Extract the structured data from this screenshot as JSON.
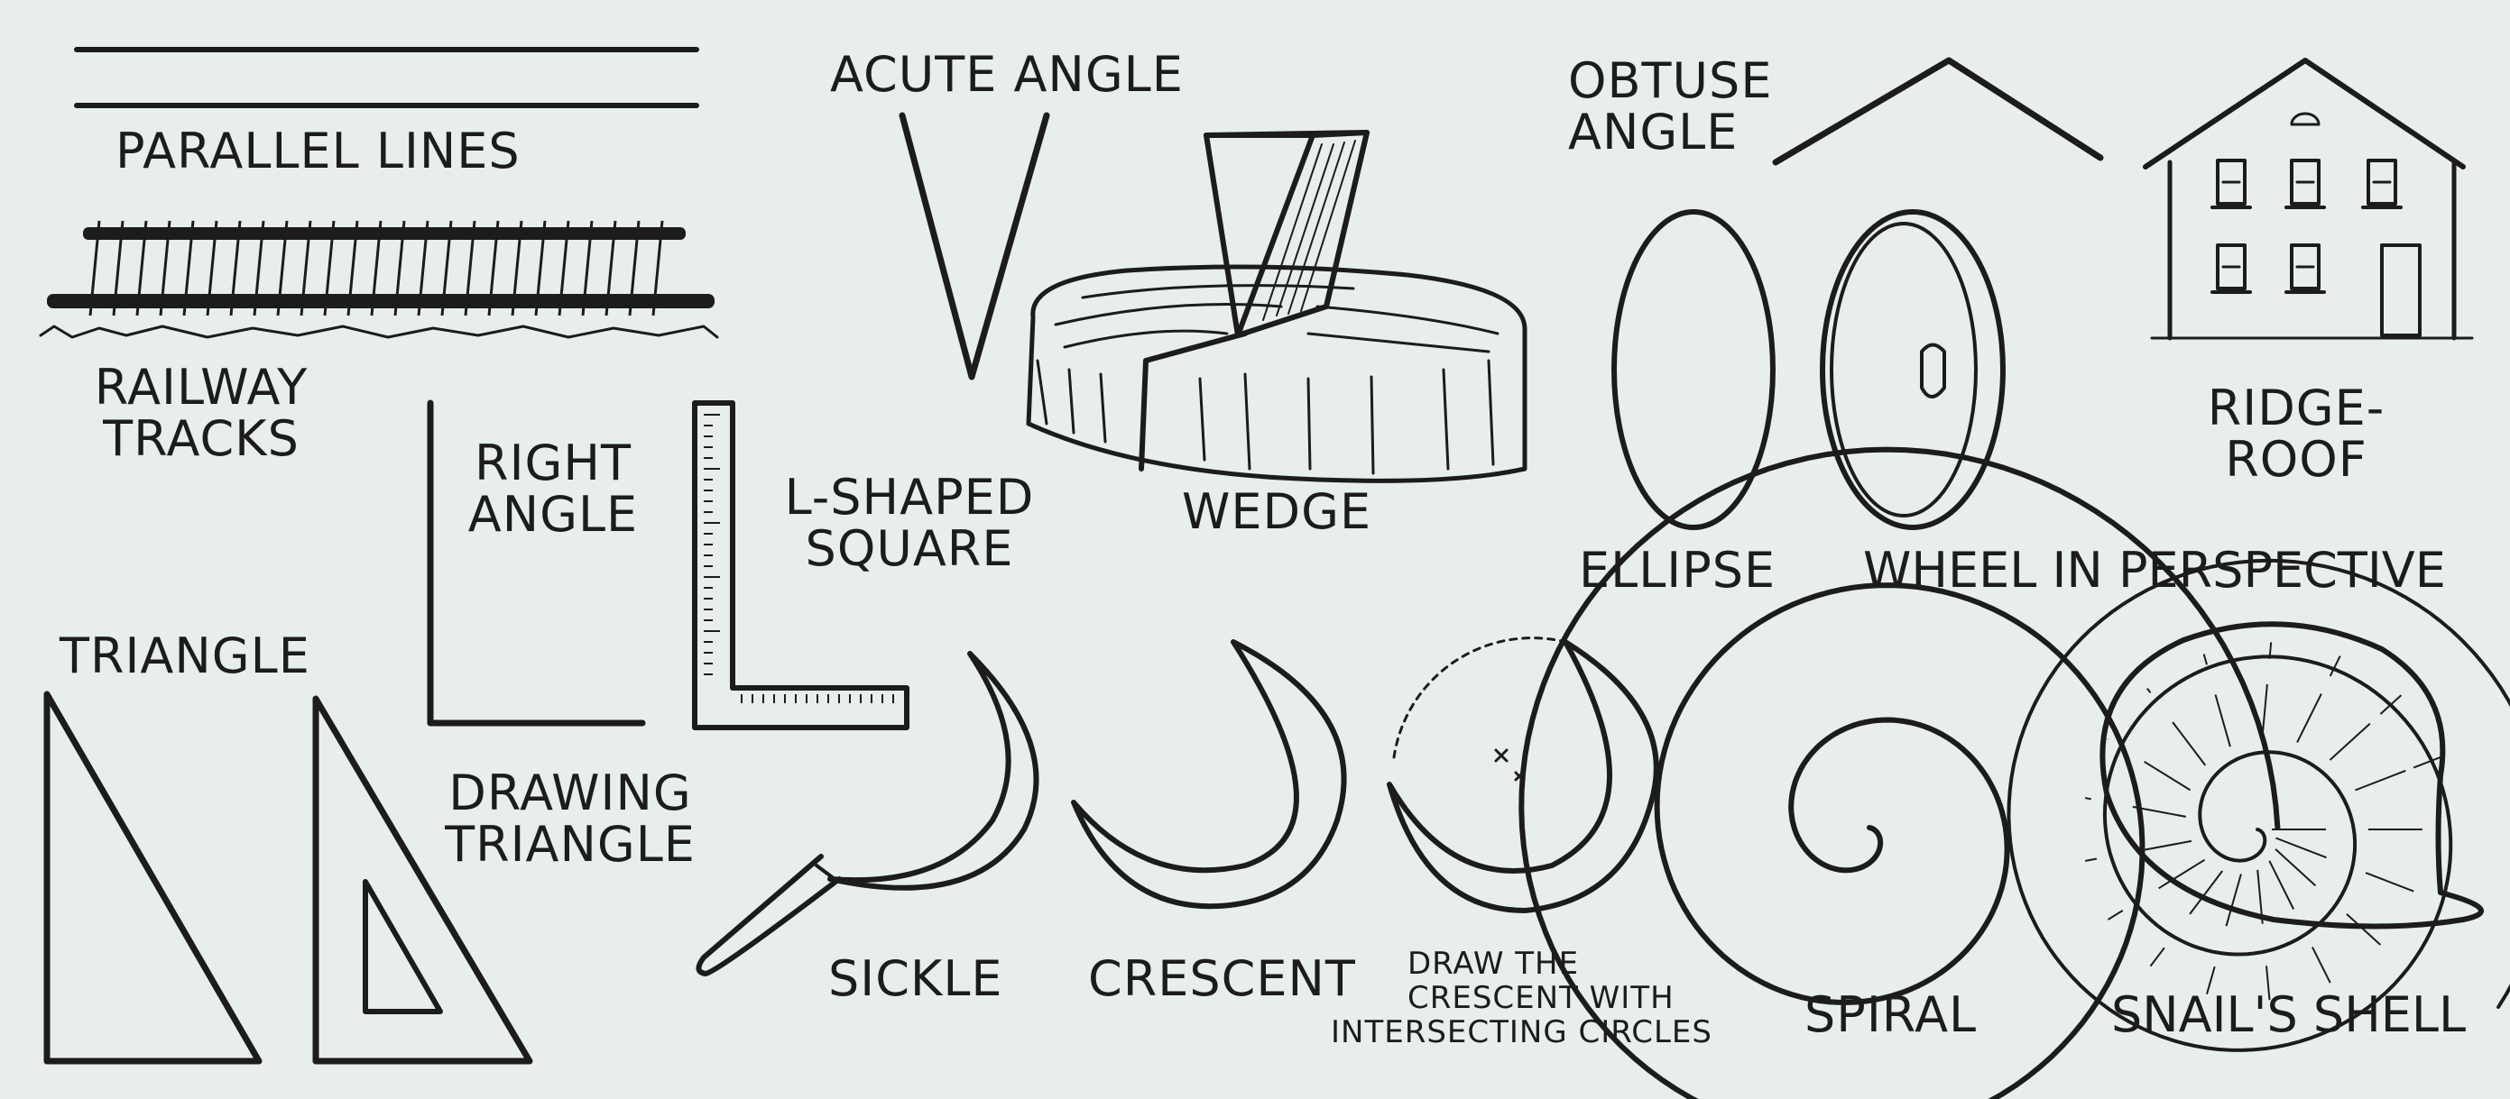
{
  "labels": {
    "parallel_lines": "PARALLEL LINES",
    "railway_tracks_1": "RAILWAY",
    "railway_tracks_2": "TRACKS",
    "right_angle_1": "RIGHT",
    "right_angle_2": "ANGLE",
    "triangle": "TRIANGLE",
    "drawing_triangle_1": "DRAWING",
    "drawing_triangle_2": "TRIANGLE",
    "acute_angle": "ACUTE ANGLE",
    "l_shaped_square_1": "L-SHAPED",
    "l_shaped_square_2": "SQUARE",
    "wedge": "WEDGE",
    "obtuse_angle_1": "OBTUSE",
    "obtuse_angle_2": "ANGLE",
    "ridge_roof_1": "RIDGE-",
    "ridge_roof_2": "ROOF",
    "ellipse": "ELLIPSE",
    "wheel_in_perspective": "WHEEL IN PERSPECTIVE",
    "sickle": "SICKLE",
    "crescent": "CRESCENT",
    "draw_crescent_1": "DRAW THE",
    "draw_crescent_2": "CRESCENT WITH",
    "draw_crescent_3": "INTERSECTING CIRCLES",
    "spiral": "SPIRAL",
    "snails_shell": "SNAIL'S SHELL"
  },
  "colors": {
    "background": "#e8eeea",
    "ink": "#1c1c1c"
  }
}
